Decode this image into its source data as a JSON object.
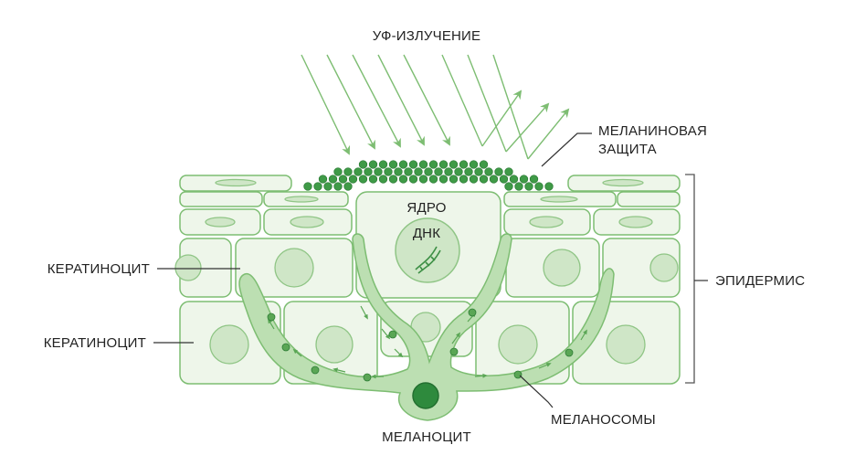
{
  "labels": {
    "uv": "УФ-ИЗЛУЧЕНИЕ",
    "melanin_protection_line1": "МЕЛАНИНОВАЯ",
    "melanin_protection_line2": "ЗАЩИТА",
    "nucleus": "ЯДРО",
    "dna": "ДНК",
    "keratinocyte_upper": "КЕРАТИНОЦИТ",
    "keratinocyte_lower": "КЕРАТИНОЦИТ",
    "epidermis": "ЭПИДЕРМИС",
    "melanosomes": "МЕЛАНОСОМЫ",
    "melanocyte": "МЕЛАНОЦИТ"
  },
  "colors": {
    "line": "#7dbd72",
    "cell_fill": "#eef6ea",
    "nucleus_fill": "#cfe6c7",
    "dendrite_fill": "#bcdfb2",
    "melanin_dot": "#3f9a47",
    "melanocyte_nucleus": "#2e8a3d",
    "text": "#222222"
  }
}
